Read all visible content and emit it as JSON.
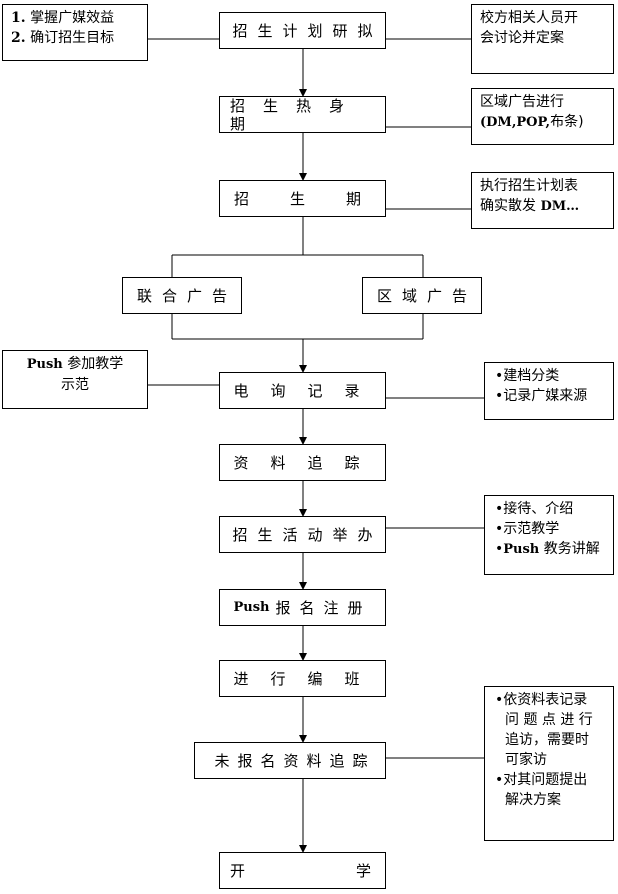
{
  "steps": {
    "s1": "招生计划研拟",
    "s2": "招生热身期",
    "s3": [
      "招",
      "生",
      "期"
    ],
    "s4a": "联合广告",
    "s4b": "区域广告",
    "s5": "电询记录",
    "s6": "资料追踪",
    "s7": "招生活动举办",
    "s8_push": "Push",
    "s8": "报名注册",
    "s9": "进行编班",
    "s10": "未报名资料追踪",
    "s11": [
      "开",
      "学"
    ]
  },
  "notes": {
    "n1": [
      {
        "num": "1.",
        "text": "掌握广媒效益"
      },
      {
        "num": "2.",
        "text": "确订招生目标"
      }
    ],
    "n2": [
      "校方相关人员开",
      "会讨论并定案"
    ],
    "n3": [
      "区域广告进行",
      "(DM,POP,",
      "布条)"
    ],
    "n4": [
      "执行招生计划表",
      "确实散发",
      "DM…"
    ],
    "n5": {
      "push": "Push",
      "text": "参加教学",
      "line2": "示范"
    },
    "n6": [
      "建档分类",
      "记录广媒来源"
    ],
    "n7": [
      "接待、介绍",
      "示范教学",
      "Push",
      "教务讲解"
    ],
    "n8": [
      "依资料表记录",
      "问 题 点 进 行",
      "追访，需要时",
      "可家访",
      "对其问题提出",
      "解决方案"
    ]
  }
}
